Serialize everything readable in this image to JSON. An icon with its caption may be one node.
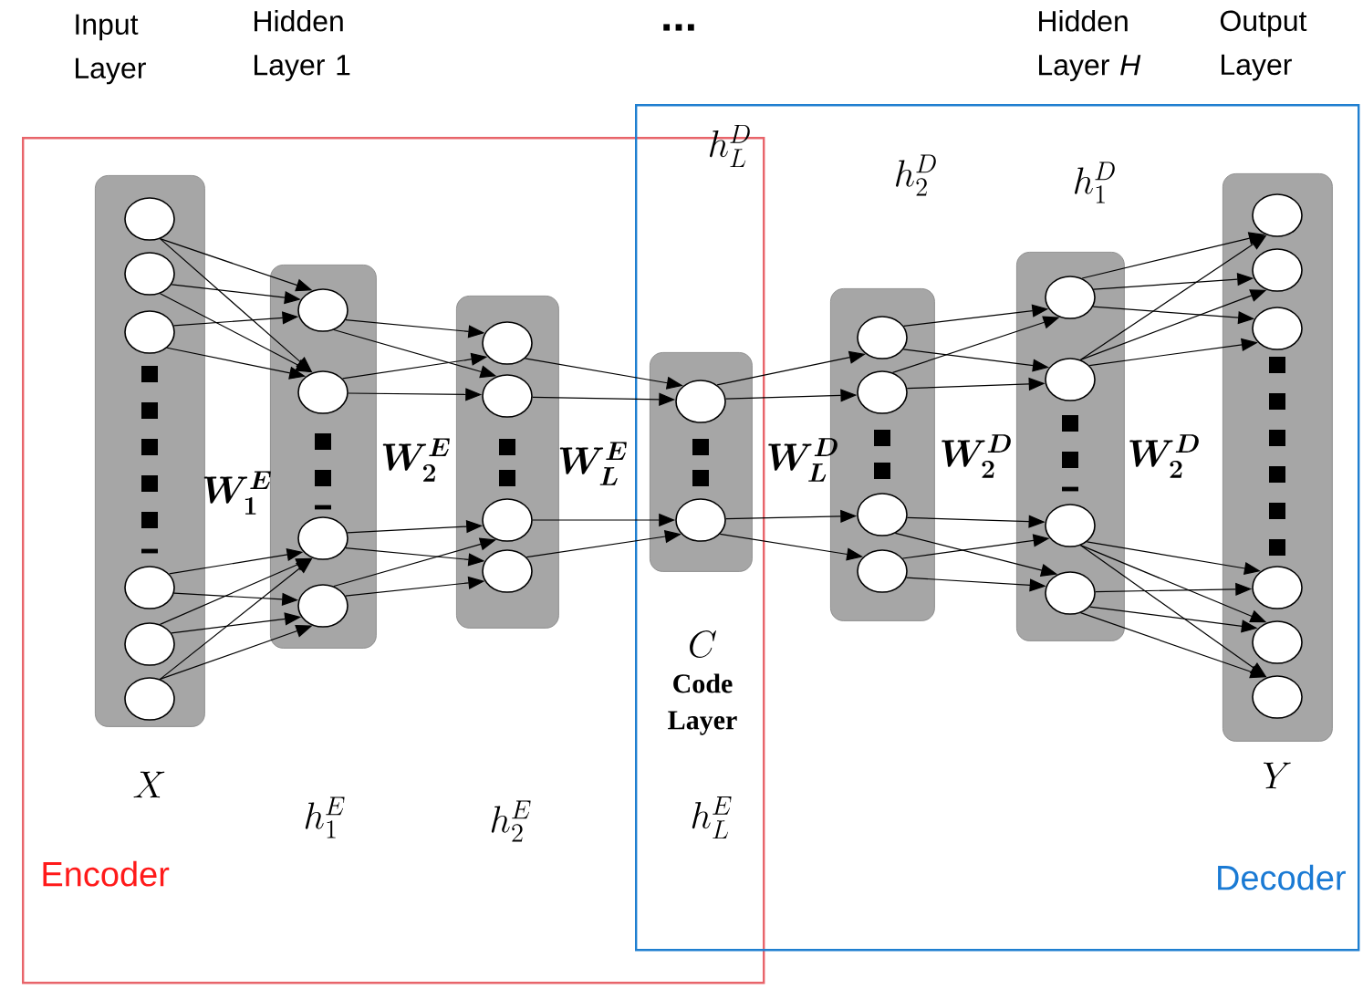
{
  "diagram": {
    "nodes": [
      {
        "text": [
          "Encoder"
        ]
      },
      {
        "text": [
          "Decoder"
        ]
      },
      {
        "text": [],
        "shape": "box",
        "in": 0
      },
      {
        "text": [],
        "shape": "box",
        "in": 0
      },
      {
        "text": [],
        "shape": "box",
        "in": 0
      },
      {
        "text": [],
        "shape": "box"
      },
      {
        "text": [],
        "shape": "box",
        "in": 1
      },
      {
        "text": [],
        "shape": "box",
        "in": 1
      },
      {
        "text": [],
        "shape": "box",
        "in": 1
      },
      {
        "text": [],
        "shape": "circle",
        "in": 2
      },
      {
        "text": [],
        "shape": "circle",
        "in": 2
      },
      {
        "text": [],
        "shape": "circle",
        "in": 2
      },
      {
        "text": [],
        "shape": "circle",
        "in": 2
      },
      {
        "text": [],
        "shape": "circle",
        "in": 2
      },
      {
        "text": [],
        "shape": "circle",
        "in": 2
      },
      {
        "text": [],
        "shape": "circle",
        "in": 3
      },
      {
        "text": [],
        "shape": "circle",
        "in": 3
      },
      {
        "text": [],
        "shape": "circle",
        "in": 3
      },
      {
        "text": [],
        "shape": "circle",
        "in": 3
      },
      {
        "text": [],
        "shape": "circle",
        "in": 4
      },
      {
        "text": [],
        "shape": "circle",
        "in": 4
      },
      {
        "text": [],
        "shape": "circle",
        "in": 4
      },
      {
        "text": [],
        "shape": "circle",
        "in": 4
      },
      {
        "text": [],
        "shape": "circle",
        "in": 5
      },
      {
        "text": [],
        "shape": "circle",
        "in": 5
      },
      {
        "text": [],
        "shape": "circle",
        "in": 6
      },
      {
        "text": [],
        "shape": "circle",
        "in": 6
      },
      {
        "text": [],
        "shape": "circle",
        "in": 6
      },
      {
        "text": [],
        "shape": "circle",
        "in": 6
      },
      {
        "text": [],
        "shape": "circle",
        "in": 7
      },
      {
        "text": [],
        "shape": "circle",
        "in": 7
      },
      {
        "text": [],
        "shape": "circle",
        "in": 7
      },
      {
        "text": [],
        "shape": "circle",
        "in": 7
      },
      {
        "text": [],
        "shape": "circle",
        "in": 8
      },
      {
        "text": [],
        "shape": "circle",
        "in": 8
      },
      {
        "text": [],
        "shape": "circle",
        "in": 8
      },
      {
        "text": [],
        "shape": "circle",
        "in": 8
      },
      {
        "text": [],
        "shape": "circle",
        "in": 8
      },
      {
        "text": [],
        "shape": "circle",
        "in": 8
      }
    ],
    "edges": [
      {
        "from": 9,
        "to": 15,
        "arrow": "to"
      },
      {
        "from": 9,
        "to": 16,
        "arrow": "to"
      },
      {
        "from": 10,
        "to": 15,
        "arrow": "to"
      },
      {
        "from": 10,
        "to": 16,
        "arrow": "to"
      },
      {
        "from": 11,
        "to": 15,
        "arrow": "to"
      },
      {
        "from": 11,
        "to": 16,
        "arrow": "to"
      },
      {
        "from": 12,
        "to": 17,
        "arrow": "to"
      },
      {
        "from": 12,
        "to": 18,
        "arrow": "to"
      },
      {
        "from": 13,
        "to": 17,
        "arrow": "to"
      },
      {
        "from": 13,
        "to": 18,
        "arrow": "to"
      },
      {
        "from": 14,
        "to": 17,
        "arrow": "to"
      },
      {
        "from": 14,
        "to": 18,
        "arrow": "to"
      },
      {
        "from": 15,
        "to": 19,
        "arrow": "to"
      },
      {
        "from": 15,
        "to": 20,
        "arrow": "to"
      },
      {
        "from": 16,
        "to": 19,
        "arrow": "to"
      },
      {
        "from": 16,
        "to": 20,
        "arrow": "to"
      },
      {
        "from": 17,
        "to": 21,
        "arrow": "to"
      },
      {
        "from": 17,
        "to": 22,
        "arrow": "to"
      },
      {
        "from": 18,
        "to": 21,
        "arrow": "to"
      },
      {
        "from": 18,
        "to": 22,
        "arrow": "to"
      },
      {
        "from": 19,
        "to": 23,
        "arrow": "to"
      },
      {
        "from": 20,
        "to": 23,
        "arrow": "to"
      },
      {
        "from": 21,
        "to": 24,
        "arrow": "to"
      },
      {
        "from": 22,
        "to": 24,
        "arrow": "to"
      },
      {
        "from": 23,
        "to": 25,
        "arrow": "to"
      },
      {
        "from": 23,
        "to": 26,
        "arrow": "to"
      },
      {
        "from": 24,
        "to": 27,
        "arrow": "to"
      },
      {
        "from": 24,
        "to": 28,
        "arrow": "to"
      },
      {
        "from": 25,
        "to": 29,
        "arrow": "to"
      },
      {
        "from": 25,
        "to": 30,
        "arrow": "to"
      },
      {
        "from": 26,
        "to": 29,
        "arrow": "to"
      },
      {
        "from": 26,
        "to": 30,
        "arrow": "to"
      },
      {
        "from": 27,
        "to": 31,
        "arrow": "to"
      },
      {
        "from": 27,
        "to": 32,
        "arrow": "to"
      },
      {
        "from": 28,
        "to": 31,
        "arrow": "to"
      },
      {
        "from": 28,
        "to": 32,
        "arrow": "to"
      },
      {
        "from": 29,
        "to": 33,
        "arrow": "to"
      },
      {
        "from": 29,
        "to": 34,
        "arrow": "to"
      },
      {
        "from": 29,
        "to": 35,
        "arrow": "to"
      },
      {
        "from": 30,
        "to": 33,
        "arrow": "to"
      },
      {
        "from": 30,
        "to": 34,
        "arrow": "to"
      },
      {
        "from": 30,
        "to": 35,
        "arrow": "to"
      },
      {
        "from": 31,
        "to": 36,
        "arrow": "to"
      },
      {
        "from": 31,
        "to": 37,
        "arrow": "to"
      },
      {
        "from": 31,
        "to": 38,
        "arrow": "to"
      },
      {
        "from": 32,
        "to": 36,
        "arrow": "to"
      },
      {
        "from": 32,
        "to": 37,
        "arrow": "to"
      },
      {
        "from": 32,
        "to": 38,
        "arrow": "to"
      }
    ],
    "labels": [
      "Input Layer",
      "Hidden Layer 1",
      "...",
      "Hidden Layer *H*",
      "Output Layer",
      "h_{L}^{D}",
      "h_{2}^{D}",
      "h_{1}^{D}",
      "\\boldsymbol{W_{1}^{E}}",
      "\\boldsymbol{W_{2}^{E}}",
      "\\boldsymbol{W_{L}^{E}}",
      "\\boldsymbol{W_{L}^{D}}",
      "\\boldsymbol{W_{2}^{D}}",
      "\\boldsymbol{W_{2}^{D}}",
      "C",
      "Code Layer",
      "X",
      "Y",
      "h_{1}^{E}",
      "h_{2}^{E}",
      "h_{L}^{E}"
    ]
  }
}
